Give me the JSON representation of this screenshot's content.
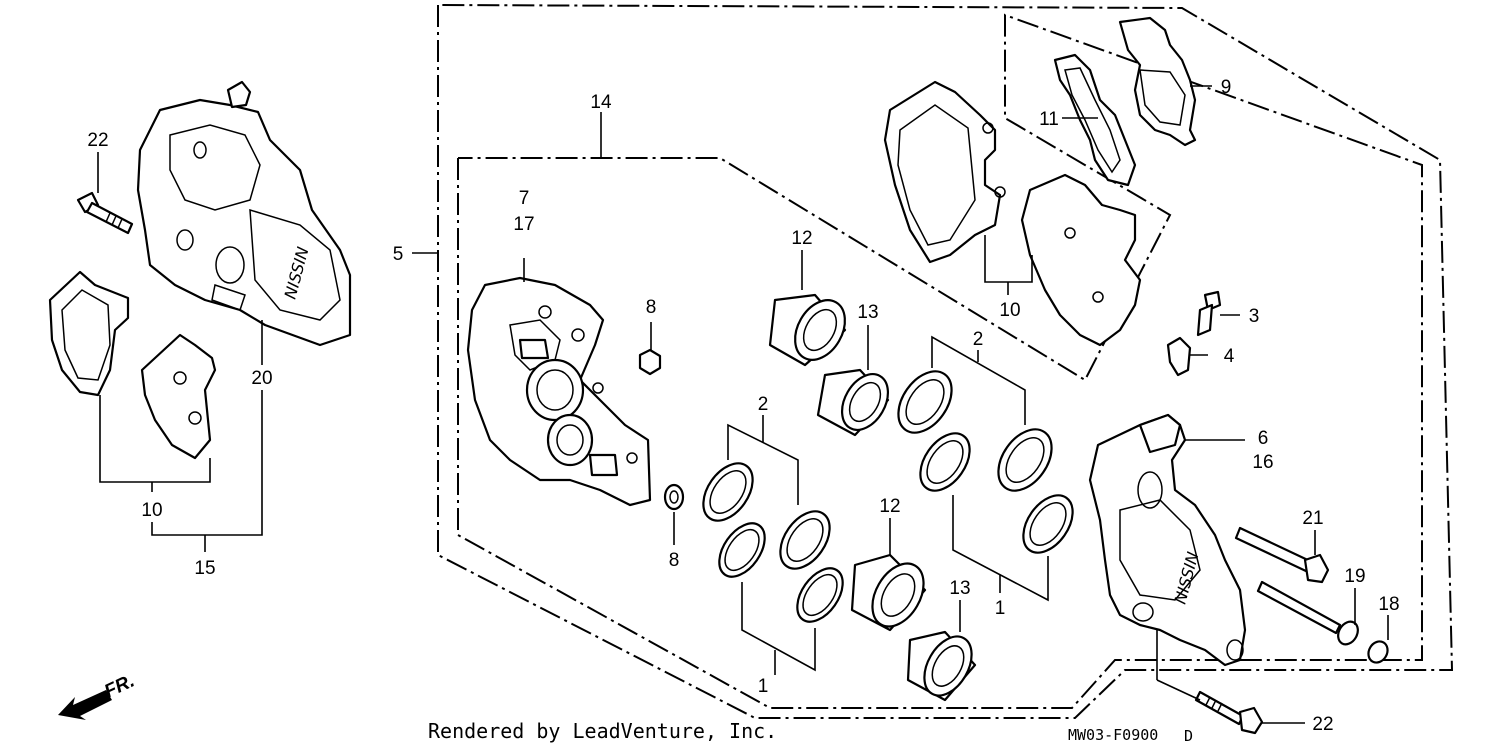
{
  "diagram": {
    "callouts": {
      "c1a": "1",
      "c1b": "1",
      "c2a": "2",
      "c2b": "2",
      "c3": "3",
      "c4": "4",
      "c5": "5",
      "c6": "6",
      "c7": "7",
      "c8a": "8",
      "c8b": "8",
      "c9": "9",
      "c10a": "10",
      "c10b": "10",
      "c11": "11",
      "c12a": "12",
      "c12b": "12",
      "c13a": "13",
      "c13b": "13",
      "c14": "14",
      "c15": "15",
      "c16": "16",
      "c17": "17",
      "c18": "18",
      "c19": "19",
      "c20": "20",
      "c21": "21",
      "c22a": "22",
      "c22b": "22"
    },
    "direction_label": "FR.",
    "caliper_brand": "NISSIN",
    "credit": "Rendered by LeadVenture, Inc.",
    "drawing_code": "MW03-F0900",
    "drawing_suffix": "D"
  }
}
